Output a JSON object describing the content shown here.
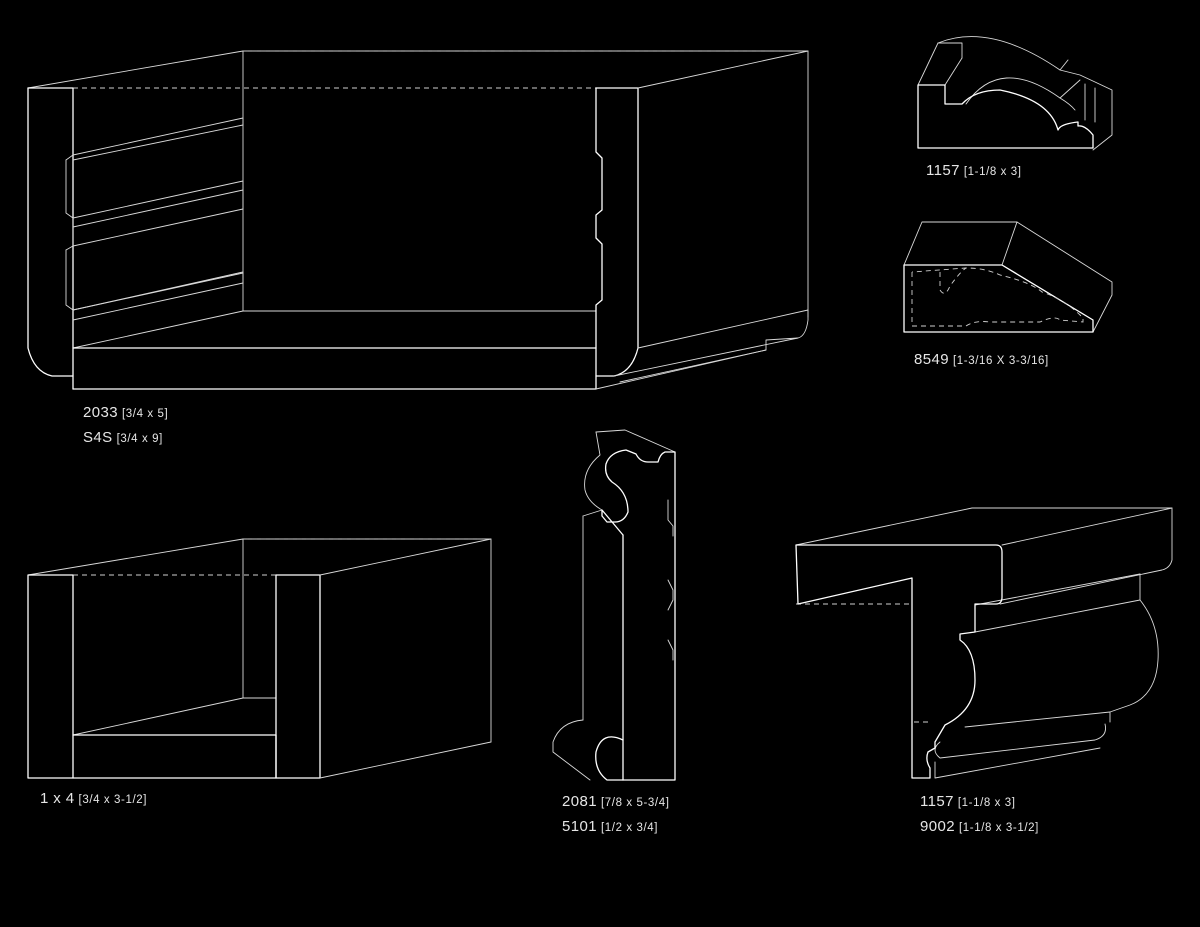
{
  "colors": {
    "background": "#000000",
    "line": "#ffffff",
    "text": "#e6e6e6"
  },
  "labels": {
    "top_left_1": {
      "code": "2033",
      "dim": "[3/4 x 5]"
    },
    "top_left_2": {
      "code": "S4S",
      "dim": "[3/4 x 9]"
    },
    "top_right_1": {
      "code": "1157",
      "dim": "[1-1/8 x 3]"
    },
    "mid_right_1": {
      "code": "8549",
      "dim": "[1-3/16 X 3-3/16]"
    },
    "bottom_left_1": {
      "code": "1 x 4",
      "dim": "[3/4 x 3-1/2]"
    },
    "bottom_mid_1": {
      "code": "2081",
      "dim": "[7/8 x 5-3/4]"
    },
    "bottom_mid_2": {
      "code": "5101",
      "dim": "[1/2 x 3/4]"
    },
    "bottom_right_1": {
      "code": "1157",
      "dim": "[1-1/8 x 3]"
    },
    "bottom_right_2": {
      "code": "9002",
      "dim": "[1-1/8 x 3-1/2]"
    }
  }
}
